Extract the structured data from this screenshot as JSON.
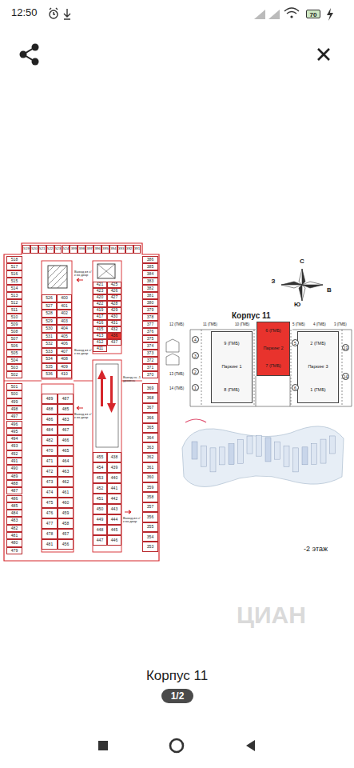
{
  "diagram": {
    "title": "Корпус 11",
    "caption": "Корпус 11",
    "nodes": [
      {
        "text": [
          "519"
        ]
      },
      {
        "text": [
          "520"
        ]
      },
      {
        "text": [
          "521"
        ]
      },
      {
        "text": [
          "522"
        ]
      },
      {
        "text": [
          "523"
        ]
      },
      {
        "text": [
          "524"
        ]
      },
      {
        "text": [
          "399"
        ]
      },
      {
        "text": [
          "398"
        ]
      },
      {
        "text": [
          "397"
        ]
      },
      {
        "text": [
          "396"
        ]
      },
      {
        "text": [
          "395"
        ]
      },
      {
        "text": [
          "394"
        ]
      },
      {
        "text": [
          "393"
        ]
      },
      {
        "text": [
          "392"
        ]
      },
      {
        "text": [
          "391"
        ]
      },
      {
        "text": [
          "518"
        ]
      },
      {
        "text": [
          "517"
        ]
      },
      {
        "text": [
          "516"
        ]
      },
      {
        "text": [
          "515"
        ]
      },
      {
        "text": [
          "514"
        ]
      },
      {
        "text": [
          "513"
        ]
      },
      {
        "text": [
          "512"
        ]
      },
      {
        "text": [
          "511"
        ]
      },
      {
        "text": [
          "510"
        ]
      },
      {
        "text": [
          "509"
        ]
      },
      {
        "text": [
          "508"
        ]
      },
      {
        "text": [
          "507"
        ]
      },
      {
        "text": [
          "506"
        ]
      },
      {
        "text": [
          "505"
        ]
      },
      {
        "text": [
          "504"
        ]
      },
      {
        "text": [
          "503"
        ]
      },
      {
        "text": [
          "502"
        ]
      },
      {
        "text": [
          "501"
        ]
      },
      {
        "text": [
          "500"
        ]
      },
      {
        "text": [
          "499"
        ]
      },
      {
        "text": [
          "498"
        ]
      },
      {
        "text": [
          "497"
        ]
      },
      {
        "text": [
          "496"
        ]
      },
      {
        "text": [
          "495"
        ]
      },
      {
        "text": [
          "494"
        ]
      },
      {
        "text": [
          "493"
        ]
      },
      {
        "text": [
          "492"
        ]
      },
      {
        "text": [
          "491"
        ]
      },
      {
        "text": [
          "490"
        ]
      },
      {
        "text": [
          "489"
        ]
      },
      {
        "text": [
          "488"
        ]
      },
      {
        "text": [
          "487"
        ]
      },
      {
        "text": [
          "486"
        ]
      },
      {
        "text": [
          "485"
        ]
      },
      {
        "text": [
          "484"
        ]
      },
      {
        "text": [
          "483"
        ]
      },
      {
        "text": [
          "482"
        ]
      },
      {
        "text": [
          "481"
        ]
      },
      {
        "text": [
          "480"
        ]
      },
      {
        "text": [
          "479"
        ]
      },
      {
        "text": [
          "386"
        ]
      },
      {
        "text": [
          "385"
        ]
      },
      {
        "text": [
          "384"
        ]
      },
      {
        "text": [
          "383"
        ]
      },
      {
        "text": [
          "382"
        ]
      },
      {
        "text": [
          "381"
        ]
      },
      {
        "text": [
          "380"
        ]
      },
      {
        "text": [
          "379"
        ]
      },
      {
        "text": [
          "378"
        ]
      },
      {
        "text": [
          "377"
        ]
      },
      {
        "text": [
          "376"
        ]
      },
      {
        "text": [
          "375"
        ]
      },
      {
        "text": [
          "374"
        ]
      },
      {
        "text": [
          "373"
        ]
      },
      {
        "text": [
          "372"
        ]
      },
      {
        "text": [
          "371"
        ]
      },
      {
        "text": [
          "370"
        ]
      },
      {
        "text": [
          "369"
        ]
      },
      {
        "text": [
          "368"
        ]
      },
      {
        "text": [
          "367"
        ]
      },
      {
        "text": [
          "366"
        ]
      },
      {
        "text": [
          "365"
        ]
      },
      {
        "text": [
          "364"
        ]
      },
      {
        "text": [
          "363"
        ]
      },
      {
        "text": [
          "362"
        ]
      },
      {
        "text": [
          "361"
        ]
      },
      {
        "text": [
          "360"
        ]
      },
      {
        "text": [
          "359"
        ]
      },
      {
        "text": [
          "358"
        ]
      },
      {
        "text": [
          "357"
        ]
      },
      {
        "text": [
          "356"
        ]
      },
      {
        "text": [
          "355"
        ]
      },
      {
        "text": [
          "354"
        ]
      },
      {
        "text": [
          "353"
        ]
      },
      {
        "text": [
          "526"
        ]
      },
      {
        "text": [
          "527"
        ]
      },
      {
        "text": [
          "528"
        ]
      },
      {
        "text": [
          "529"
        ]
      },
      {
        "text": [
          "530"
        ]
      },
      {
        "text": [
          "531"
        ]
      },
      {
        "text": [
          "532"
        ]
      },
      {
        "text": [
          "533"
        ]
      },
      {
        "text": [
          "534"
        ]
      },
      {
        "text": [
          "535"
        ]
      },
      {
        "text": [
          "536"
        ]
      },
      {
        "text": [
          "400"
        ]
      },
      {
        "text": [
          "401"
        ]
      },
      {
        "text": [
          "402"
        ]
      },
      {
        "text": [
          "403"
        ]
      },
      {
        "text": [
          "404"
        ]
      },
      {
        "text": [
          "405"
        ]
      },
      {
        "text": [
          "406"
        ]
      },
      {
        "text": [
          "407"
        ]
      },
      {
        "text": [
          "408"
        ]
      },
      {
        "text": [
          "409"
        ]
      },
      {
        "text": [
          "410"
        ]
      },
      {
        "text": [
          "421"
        ]
      },
      {
        "text": [
          "423"
        ]
      },
      {
        "text": [
          "420"
        ]
      },
      {
        "text": [
          "422"
        ]
      },
      {
        "text": [
          "419"
        ]
      },
      {
        "text": [
          "417"
        ]
      },
      {
        "text": [
          "416"
        ]
      },
      {
        "text": [
          "415"
        ]
      },
      {
        "text": [
          "413"
        ]
      },
      {
        "text": [
          "412"
        ]
      },
      {
        "text": [
          "411"
        ]
      },
      {
        "text": [
          "425"
        ]
      },
      {
        "text": [
          "426"
        ]
      },
      {
        "text": [
          "427"
        ]
      },
      {
        "text": [
          "428"
        ]
      },
      {
        "text": [
          "429"
        ]
      },
      {
        "text": [
          "430"
        ]
      },
      {
        "text": [
          "431"
        ]
      },
      {
        "text": [
          "432"
        ]
      },
      {
        "text": [
          "436"
        ]
      },
      {
        "text": [
          "437"
        ]
      },
      {
        "text": [
          "489"
        ]
      },
      {
        "text": [
          "488"
        ]
      },
      {
        "text": [
          "486"
        ]
      },
      {
        "text": [
          "484"
        ]
      },
      {
        "text": [
          "482"
        ]
      },
      {
        "text": [
          "470"
        ]
      },
      {
        "text": [
          "471"
        ]
      },
      {
        "text": [
          "472"
        ]
      },
      {
        "text": [
          "473"
        ]
      },
      {
        "text": [
          "474"
        ]
      },
      {
        "text": [
          "475"
        ]
      },
      {
        "text": [
          "476"
        ]
      },
      {
        "text": [
          "477"
        ]
      },
      {
        "text": [
          "478"
        ]
      },
      {
        "text": [
          "481"
        ]
      },
      {
        "text": [
          "487"
        ]
      },
      {
        "text": [
          "485"
        ]
      },
      {
        "text": [
          "483"
        ]
      },
      {
        "text": [
          "467"
        ]
      },
      {
        "text": [
          "466"
        ]
      },
      {
        "text": [
          "465"
        ]
      },
      {
        "text": [
          "464"
        ]
      },
      {
        "text": [
          "463"
        ]
      },
      {
        "text": [
          "462"
        ]
      },
      {
        "text": [
          "461"
        ]
      },
      {
        "text": [
          "460"
        ]
      },
      {
        "text": [
          "459"
        ]
      },
      {
        "text": [
          "458"
        ]
      },
      {
        "text": [
          "457"
        ]
      },
      {
        "text": [
          "456"
        ]
      },
      {
        "text": [
          "455"
        ]
      },
      {
        "text": [
          "454"
        ]
      },
      {
        "text": [
          "453"
        ]
      },
      {
        "text": [
          "452"
        ]
      },
      {
        "text": [
          "451"
        ]
      },
      {
        "text": [
          "450"
        ]
      },
      {
        "text": [
          "449"
        ]
      },
      {
        "text": [
          "448"
        ]
      },
      {
        "text": [
          "447"
        ]
      },
      {
        "text": [
          "438"
        ]
      },
      {
        "text": [
          "439"
        ]
      },
      {
        "text": [
          "440"
        ]
      },
      {
        "text": [
          "441"
        ]
      },
      {
        "text": [
          "442"
        ]
      },
      {
        "text": [
          "443"
        ]
      },
      {
        "text": [
          "444"
        ]
      },
      {
        "text": [
          "445"
        ]
      },
      {
        "text": [
          "446"
        ]
      },
      {
        "text": [
          "9 (ГМБ)",
          "Паркинг 1",
          "8 (ГМБ)"
        ]
      },
      {
        "text": [
          "6 (ГМБ)",
          "Паркинг 2",
          "7 (ГМБ)"
        ]
      },
      {
        "text": [
          "2 (ГМБ)",
          "Паркинг 3",
          "1 (ГМБ)"
        ]
      }
    ],
    "labels": [
      "12:50",
      "70",
      "Выход из с/к во двор",
      "Выход из с/к во двор",
      "Выход из с/к во двор",
      "Выезд на -1 уровень",
      "Выход из с/к во двор",
      "С",
      "З",
      "В",
      "Ю",
      "12 (ГМБ)",
      "11 (ГМБ)",
      "10 (ГМБ)",
      "5 (ГМБ)",
      "4 (ГМБ)",
      "3 (ГМБ)",
      "13 (ГМБ)",
      "14 (ГМБ)",
      "4",
      "3",
      "2",
      "1",
      "5",
      "6",
      "13",
      "14",
      "-2 этаж",
      "ЦИАН",
      "1/2"
    ]
  }
}
